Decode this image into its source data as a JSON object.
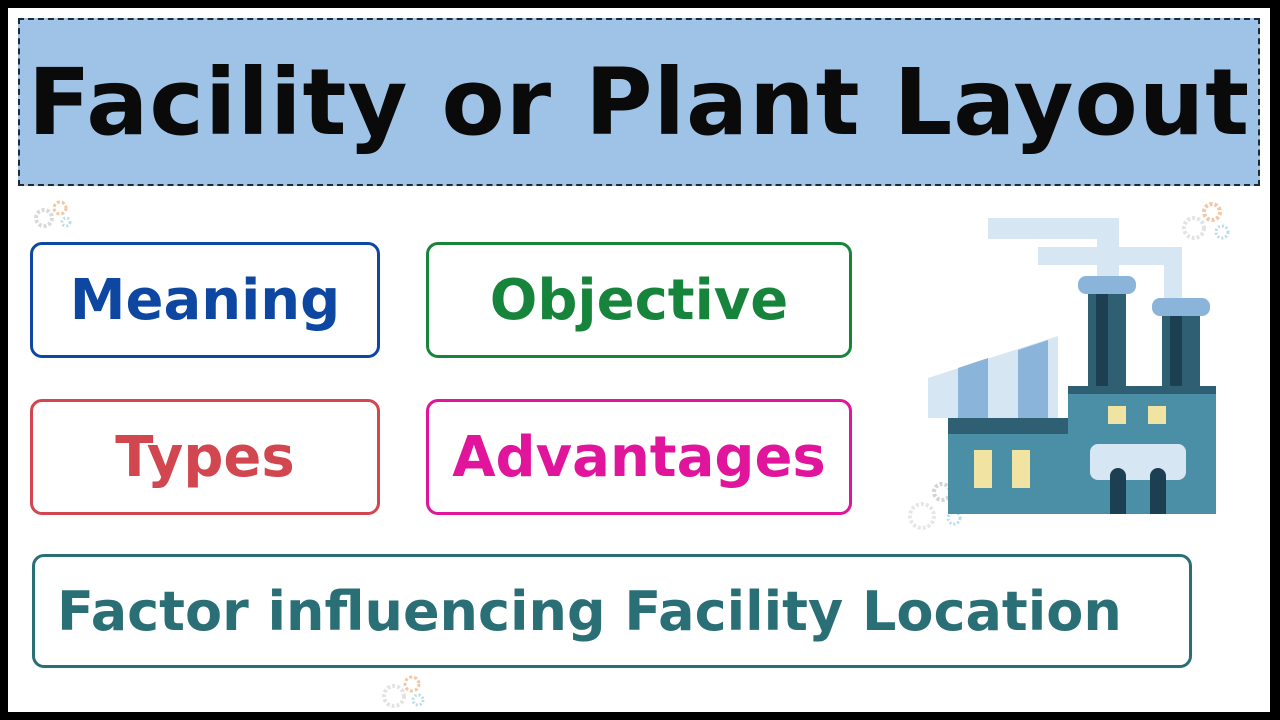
{
  "title": "Facility or Plant Layout",
  "topics": {
    "meaning": "Meaning",
    "objective": "Objective",
    "types": "Types",
    "advantages": "Advantages",
    "factor": "Factor influencing Facility Location"
  },
  "colors": {
    "banner": "#9fc3e7",
    "meaning": "#0d47a1",
    "objective": "#17843c",
    "types": "#d2474f",
    "advantages": "#e0159c",
    "factor": "#2a6f76"
  },
  "illustration": {
    "factory_icon": "factory-icon",
    "gear_icon": "gears-icon"
  }
}
